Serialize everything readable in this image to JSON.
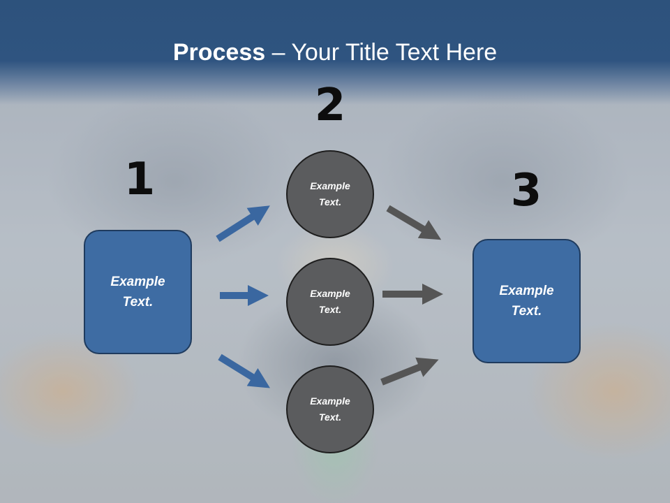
{
  "title": {
    "bold": "Process",
    "rest": " – Your Title Text Here"
  },
  "steps": {
    "one": "1",
    "two": "2",
    "three": "3"
  },
  "left_box": "Example\nText.",
  "right_box": "Example\nText.",
  "circles": [
    "Example\nText.",
    "Example\nText.",
    "Example\nText."
  ],
  "colors": {
    "title_bar": "#2f5480",
    "box_fill": "#3e6ca3",
    "circle_fill": "#5b5c5e",
    "arrow_blue": "#3a67a0",
    "arrow_gray": "#555555"
  }
}
